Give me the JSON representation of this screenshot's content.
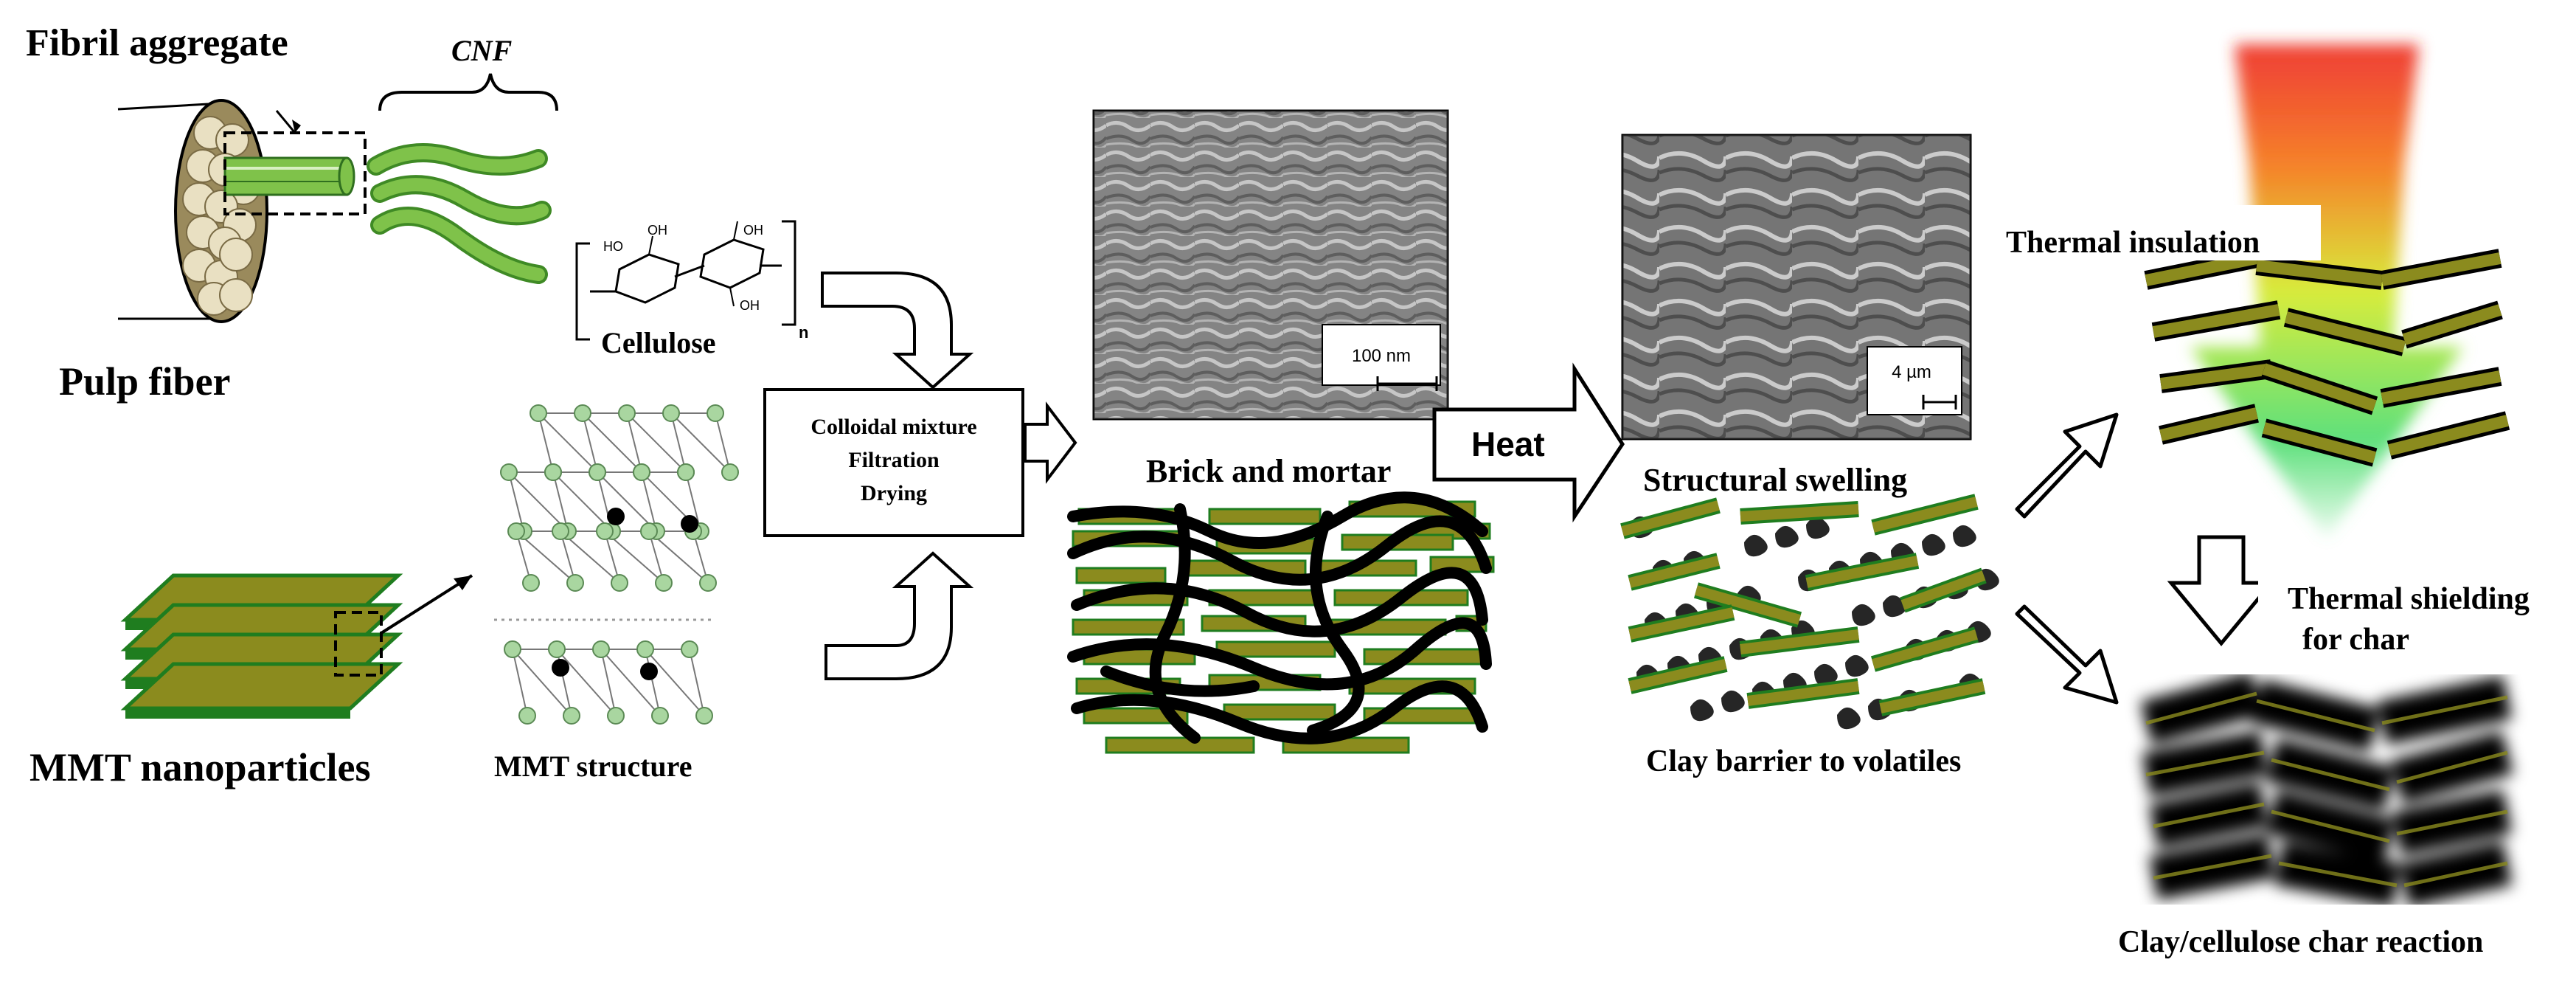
{
  "labels": {
    "fibril_aggregate": "Fibril aggregate",
    "cnf": "CNF",
    "pulp_fiber": "Pulp fiber",
    "cellulose": "Cellulose",
    "cellulose_n": "n",
    "mmt_nanoparticles": "MMT nanoparticles",
    "mmt_structure": "MMT structure",
    "process_line1": "Colloidal mixture",
    "process_line2": "Filtration",
    "process_line3": "Drying",
    "brick_and_mortar": "Brick and mortar",
    "scale_100nm": "100 nm",
    "heat": "Heat",
    "structural_swelling": "Structural swelling",
    "scale_4um": "4 µm",
    "clay_barrier": "Clay barrier to volatiles",
    "thermal_insulation": "Thermal insulation",
    "thermal_shielding_line1": "Thermal shielding",
    "thermal_shielding_line2": "for char",
    "char_reaction": "Clay/cellulose char reaction",
    "chem_ho": "HO",
    "chem_oh_top": "OH",
    "chem_oh_top2": "OH",
    "chem_oh_bottom": "OH"
  },
  "colors": {
    "clay_fill": "#8b8b1e",
    "clay_edge": "#1f7d1f",
    "cnf_green": "#7fc24a",
    "cnf_dark": "#3f8a25",
    "fiber_brown": "#9a8a5c",
    "polymer_black": "#000000",
    "heat_red": "#ee2a1f",
    "heat_green": "#5ee07c",
    "atom_green": "#a9d6a0"
  }
}
